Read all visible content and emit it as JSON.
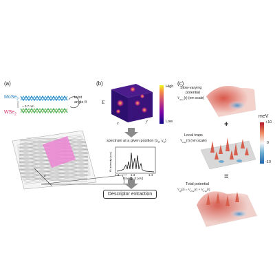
{
  "panel_a": {
    "letter": "(a)",
    "layer_top": "MoSe",
    "layer_top_sub": "2",
    "layer_bottom": "WSe",
    "layer_bottom_sub": "2",
    "spacing": "~ 0.7 nm",
    "twist_label": "twist",
    "twist_angle": "angle θ",
    "moire_length": "a",
    "theta": "θ"
  },
  "panel_b": {
    "letter": "(b)",
    "colorbar_high": "High",
    "colorbar_low": "Low",
    "axis_e": "E",
    "axis_x": "x",
    "axis_y": "y",
    "spectrum_caption": "spectrum at a given position (x",
    "spectrum_caption_sub0": "0",
    "spectrum_caption_mid": ", y",
    "spectrum_caption_sub1": "0",
    "spectrum_caption_end": ")",
    "ylabel": "PL intensity (a.u.)",
    "xlabel": "Energy E (eV)",
    "xticks": [
      "1.2",
      "1.3",
      "1.4"
    ],
    "descriptor_button": "Descriptor extraction"
  },
  "panel_c": {
    "letter": "(c)",
    "slow_title_1": "Slow-varying",
    "slow_title_2": "potential",
    "slow_formula": "V",
    "slow_formula_sub": "slow",
    "slow_formula_tail": "(r) (nm scale)",
    "traps_title": "Local traps",
    "traps_formula": "V",
    "traps_formula_sub": "trap",
    "traps_formula_tail": "(r) (nm scale)",
    "total_title": "Total potential",
    "total_formula": "V",
    "total_formula_sub": "eff",
    "total_formula_tail": "(r) = V",
    "total_formula_sub2": "slow",
    "total_formula_tail2": "(r) + V",
    "total_formula_sub3": "trap",
    "total_formula_tail3": "(r)",
    "plus": "+",
    "equals": "=",
    "colorbar_unit": "meV",
    "colorbar_ticks": [
      "+10",
      "0",
      "-10"
    ]
  },
  "colors": {
    "mose2": "#1f7fbf",
    "wse2": "#d9356a",
    "moire": "#e878c8",
    "plasma_dark": "#1b0c5c",
    "plasma_bright": "#f3e04a",
    "potential_red": "#c0392b",
    "potential_blue": "#2c7fb8"
  },
  "icons": [
    "down-arrow-icon",
    "down-arrow-icon"
  ]
}
